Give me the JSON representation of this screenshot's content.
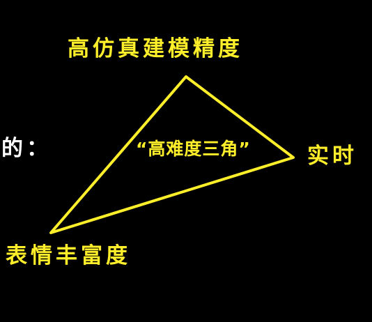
{
  "diagram": {
    "top_vertex_label": "高仿真建模精度",
    "center_label": "“高难度三角”",
    "right_vertex_label": "实时",
    "bottom_left_vertex_label": "表情丰富度",
    "left_partial_label": "的："
  },
  "colors": {
    "background": "#000000",
    "accent": "#ffef2a",
    "text_white": "#ffffff"
  }
}
